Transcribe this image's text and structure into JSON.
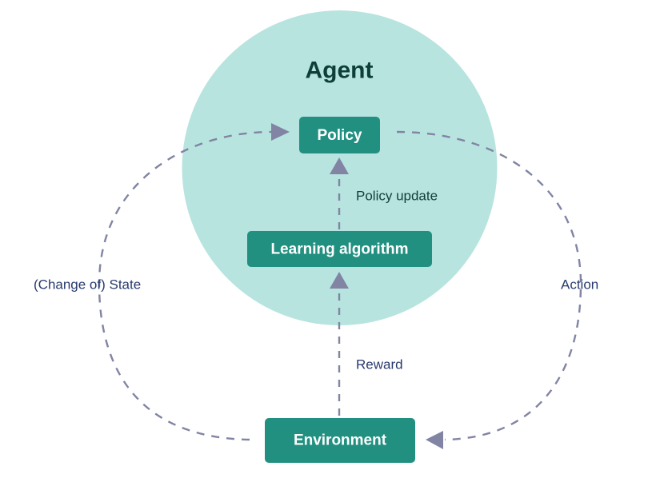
{
  "diagram": {
    "title": "Agent",
    "nodes": {
      "policy": "Policy",
      "learning_algorithm": "Learning algorithm",
      "environment": "Environment"
    },
    "edges": {
      "policy_update": "Policy update",
      "reward": "Reward",
      "action": "Action",
      "state": "(Change of) State"
    },
    "colors": {
      "agent_circle": "#b8e4e0",
      "node_fill": "#219080",
      "node_text": "#ffffff",
      "title_text": "#0d3e38",
      "arrow": "#8184a3",
      "outer_label": "#283a6e",
      "inner_label": "#12403a"
    }
  }
}
